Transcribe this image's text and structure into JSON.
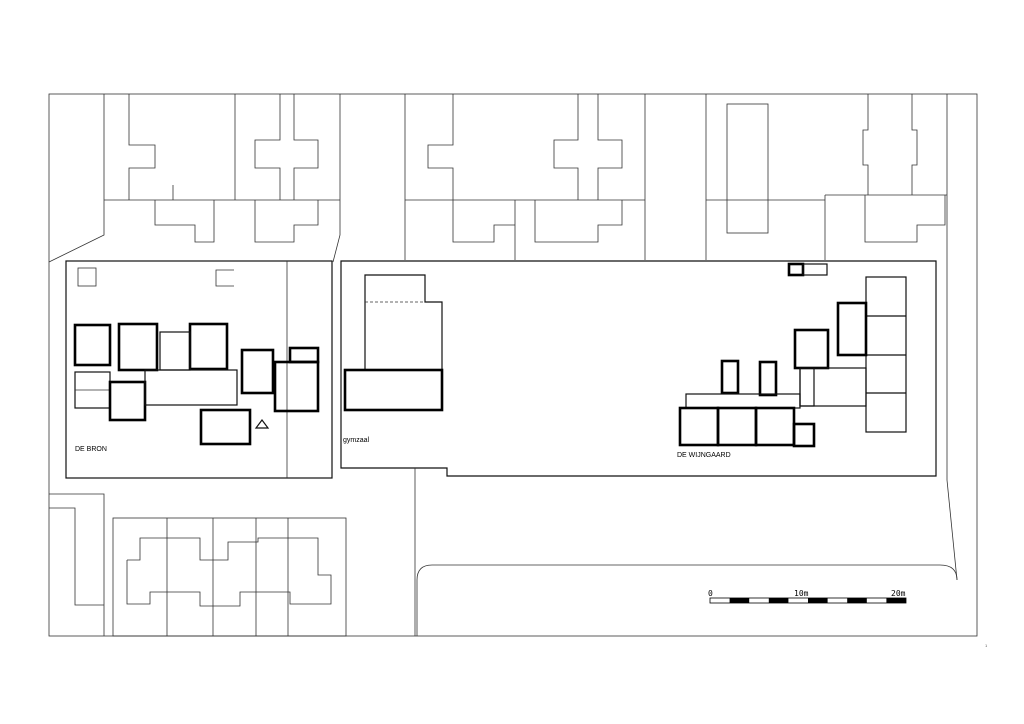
{
  "buildings": {
    "de_bron": "DE BRON",
    "gymzaal": "gymzaal",
    "de_wijngaard": "DE WIJNGAARD"
  },
  "scale_bar": {
    "labels": [
      "0",
      "10m",
      "20m"
    ],
    "segments": 10
  },
  "page_number": "1"
}
